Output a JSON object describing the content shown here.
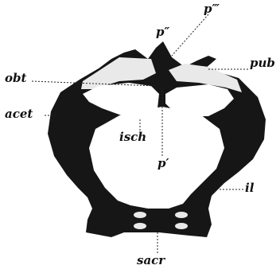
{
  "labels": {
    "p_double": "p″",
    "p_triple": "p‴",
    "p_single": "p′",
    "obt": "obt",
    "pub": "pub",
    "acet": "acet",
    "isch": "isch",
    "il": "il",
    "sacr": "sacr"
  },
  "colors": {
    "bone": "#161616",
    "highlight": "#e9e9e9",
    "background": "#ffffff",
    "leader": "#222222"
  }
}
